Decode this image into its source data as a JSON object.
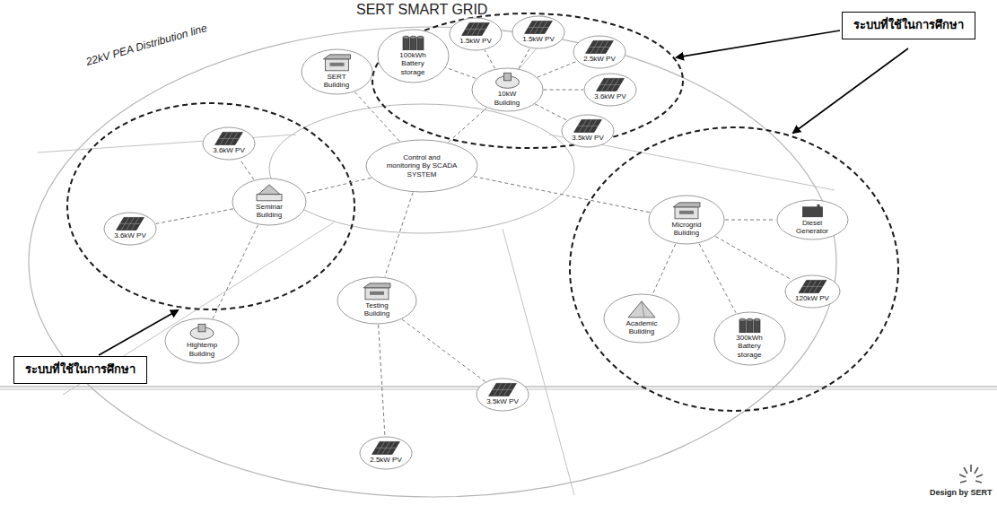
{
  "diagram": {
    "title": "SERT SMART GRID",
    "nodes": [
      {
        "text": [
          "Control and monitoring By SCADA SYSTEM"
        ]
      },
      {
        "text": [
          "SERT Building"
        ]
      },
      {
        "text": [
          "100kWh Battery storage"
        ]
      },
      {
        "text": [
          "1.5kW PV"
        ]
      },
      {
        "text": [
          "1.5kW PV"
        ]
      },
      {
        "text": [
          "2.5kW PV"
        ]
      },
      {
        "text": [
          "10kW Building"
        ]
      },
      {
        "text": [
          "3.6kW PV"
        ]
      },
      {
        "text": [
          "3.5kW PV"
        ]
      },
      {
        "text": [
          "Seminar Building"
        ]
      },
      {
        "text": [
          "3.6kW PV"
        ]
      },
      {
        "text": [
          "3.6kW PV"
        ]
      },
      {
        "text": [
          "Hightemp Building"
        ]
      },
      {
        "text": [
          "Testing Building"
        ]
      },
      {
        "text": [
          "3.5kW PV"
        ]
      },
      {
        "text": [
          "2.5kW PV"
        ]
      },
      {
        "text": [
          "Microgrid Building"
        ]
      },
      {
        "text": [
          "Diesel Generator"
        ]
      },
      {
        "text": [
          "120kW PV"
        ]
      },
      {
        "text": [
          "Academic Building"
        ]
      },
      {
        "text": [
          "300kWh Battery storage"
        ]
      },
      {
        "text": [
          "ระบบที่ใช้ในการศึกษา"
        ]
      },
      {
        "text": [
          "ระบบที่ใช้ในการศึกษา"
        ]
      }
    ],
    "edges": [
      {
        "from": 0,
        "to": 1,
        "arrow": "none"
      },
      {
        "from": 0,
        "to": 6,
        "arrow": "none"
      },
      {
        "from": 0,
        "to": 9,
        "arrow": "none"
      },
      {
        "from": 0,
        "to": 13,
        "arrow": "none"
      },
      {
        "from": 0,
        "to": 16,
        "arrow": "none"
      },
      {
        "from": 9,
        "to": 12,
        "arrow": "none"
      },
      {
        "from": 6,
        "to": 2,
        "arrow": "none"
      },
      {
        "from": 6,
        "to": 3,
        "arrow": "none"
      },
      {
        "from": 6,
        "to": 4,
        "arrow": "none"
      },
      {
        "from": 6,
        "to": 5,
        "arrow": "none"
      },
      {
        "from": 6,
        "to": 7,
        "arrow": "none"
      },
      {
        "from": 6,
        "to": 8,
        "arrow": "none"
      },
      {
        "from": 9,
        "to": 10,
        "arrow": "none"
      },
      {
        "from": 9,
        "to": 11,
        "arrow": "none"
      },
      {
        "from": 13,
        "to": 14,
        "arrow": "none"
      },
      {
        "from": 13,
        "to": 15,
        "arrow": "none"
      },
      {
        "from": 16,
        "to": 17,
        "arrow": "none"
      },
      {
        "from": 16,
        "to": 18,
        "arrow": "none"
      },
      {
        "from": 16,
        "to": 19,
        "arrow": "none"
      },
      {
        "from": 16,
        "to": 20,
        "arrow": "none"
      }
    ],
    "labels": [
      "22kV PEA Distribution line",
      "Design by SERT"
    ]
  }
}
